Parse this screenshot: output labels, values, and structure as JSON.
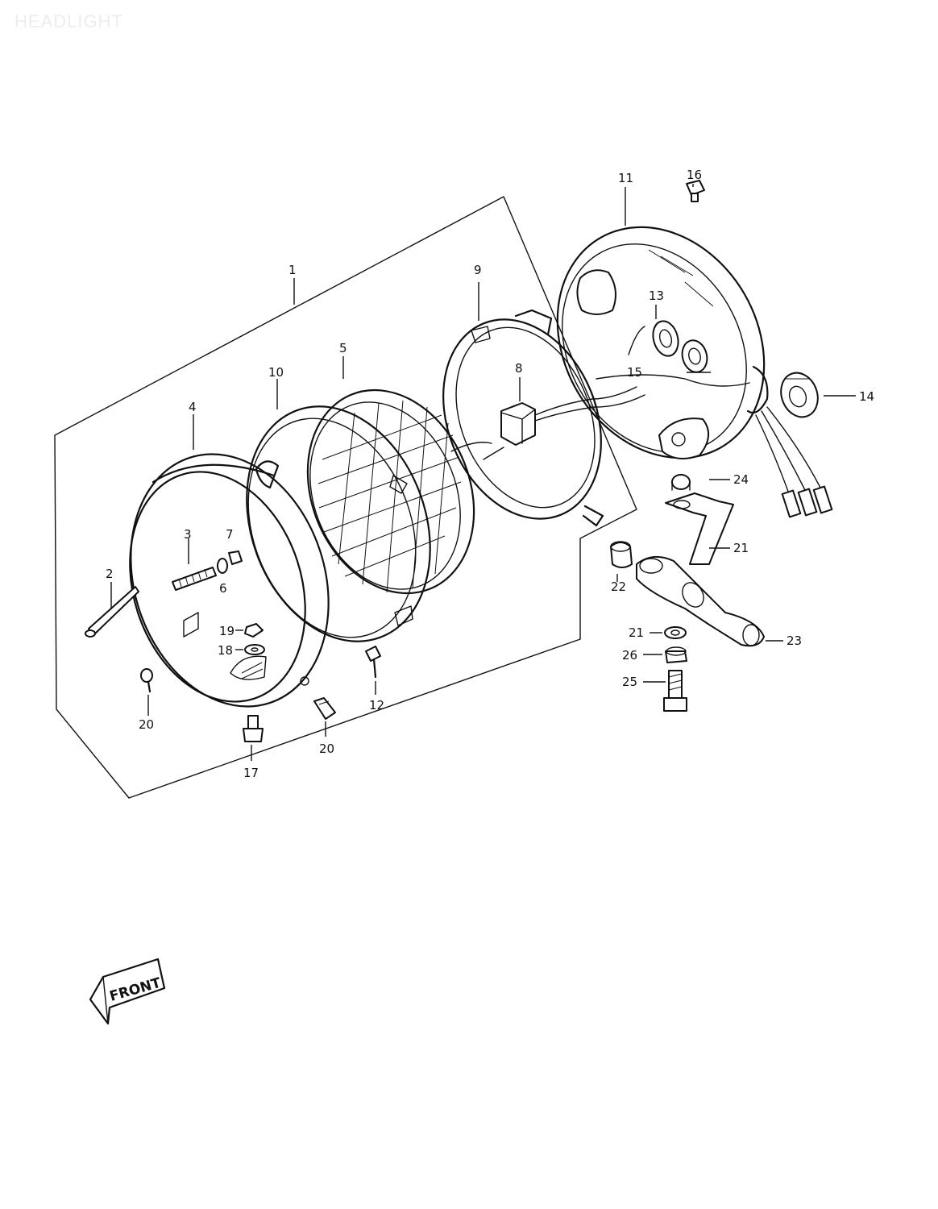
{
  "title": "HEADLIGHT",
  "front_label": "FRONT",
  "callouts": {
    "c1": "1",
    "c2": "2",
    "c3": "3",
    "c4": "4",
    "c5": "5",
    "c6": "6",
    "c7": "7",
    "c8": "8",
    "c9": "9",
    "c10": "10",
    "c11": "11",
    "c12": "12",
    "c13": "13",
    "c14": "14",
    "c15": "15",
    "c16": "16",
    "c17": "17",
    "c18": "18",
    "c19": "19",
    "c20a": "20",
    "c20b": "20",
    "c21a": "21",
    "c21b": "21",
    "c22": "22",
    "c23": "23",
    "c24": "24",
    "c25": "25",
    "c26": "26"
  }
}
